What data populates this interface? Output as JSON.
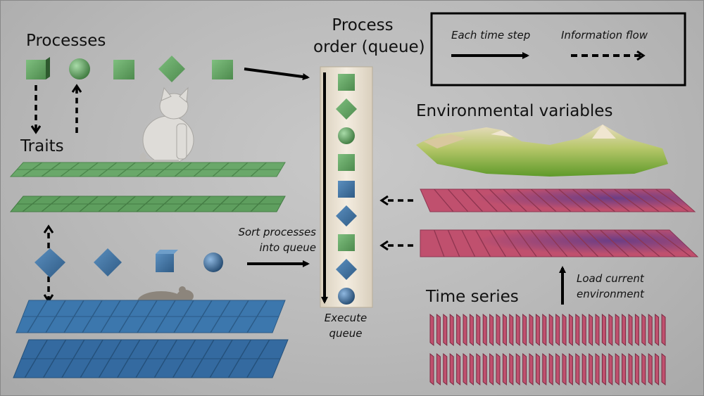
{
  "labels": {
    "processes": "Processes",
    "traits": "Traits",
    "process_order_line1": "Process",
    "process_order_line2": "order (queue)",
    "environmental_variables": "Environmental variables",
    "time_series": "Time series",
    "sort_line1": "Sort processes",
    "sort_line2": "into queue",
    "execute_line1": "Execute",
    "execute_line2": "queue",
    "load_line1": "Load current",
    "load_line2": "environment"
  },
  "legend": {
    "each_time_step": "Each time step",
    "information_flow": "Information flow"
  },
  "colors": {
    "green_shape": "#5e9e5e",
    "blue_shape": "#3f6f9a",
    "green_grid": "#6aa86a",
    "blue_grid": "#3c77ad",
    "pink_grid": "#c0506e",
    "queue_bg": "#ece3d2"
  },
  "icons": {
    "cat": "cat-figure",
    "mouse": "mouse-figure",
    "landscape": "mountain-landscape"
  },
  "queue_order": [
    "cube",
    "diamond",
    "sphere",
    "cube",
    "cube",
    "diamond",
    "cube",
    "diamond",
    "sphere"
  ],
  "queue_colors": [
    "green",
    "green",
    "green",
    "green",
    "blue",
    "blue",
    "green",
    "blue",
    "blue"
  ],
  "green_processes": [
    "cube",
    "sphere",
    "cube",
    "diamond",
    "cube"
  ],
  "blue_processes": [
    "diamond",
    "diamond",
    "cube",
    "sphere"
  ]
}
